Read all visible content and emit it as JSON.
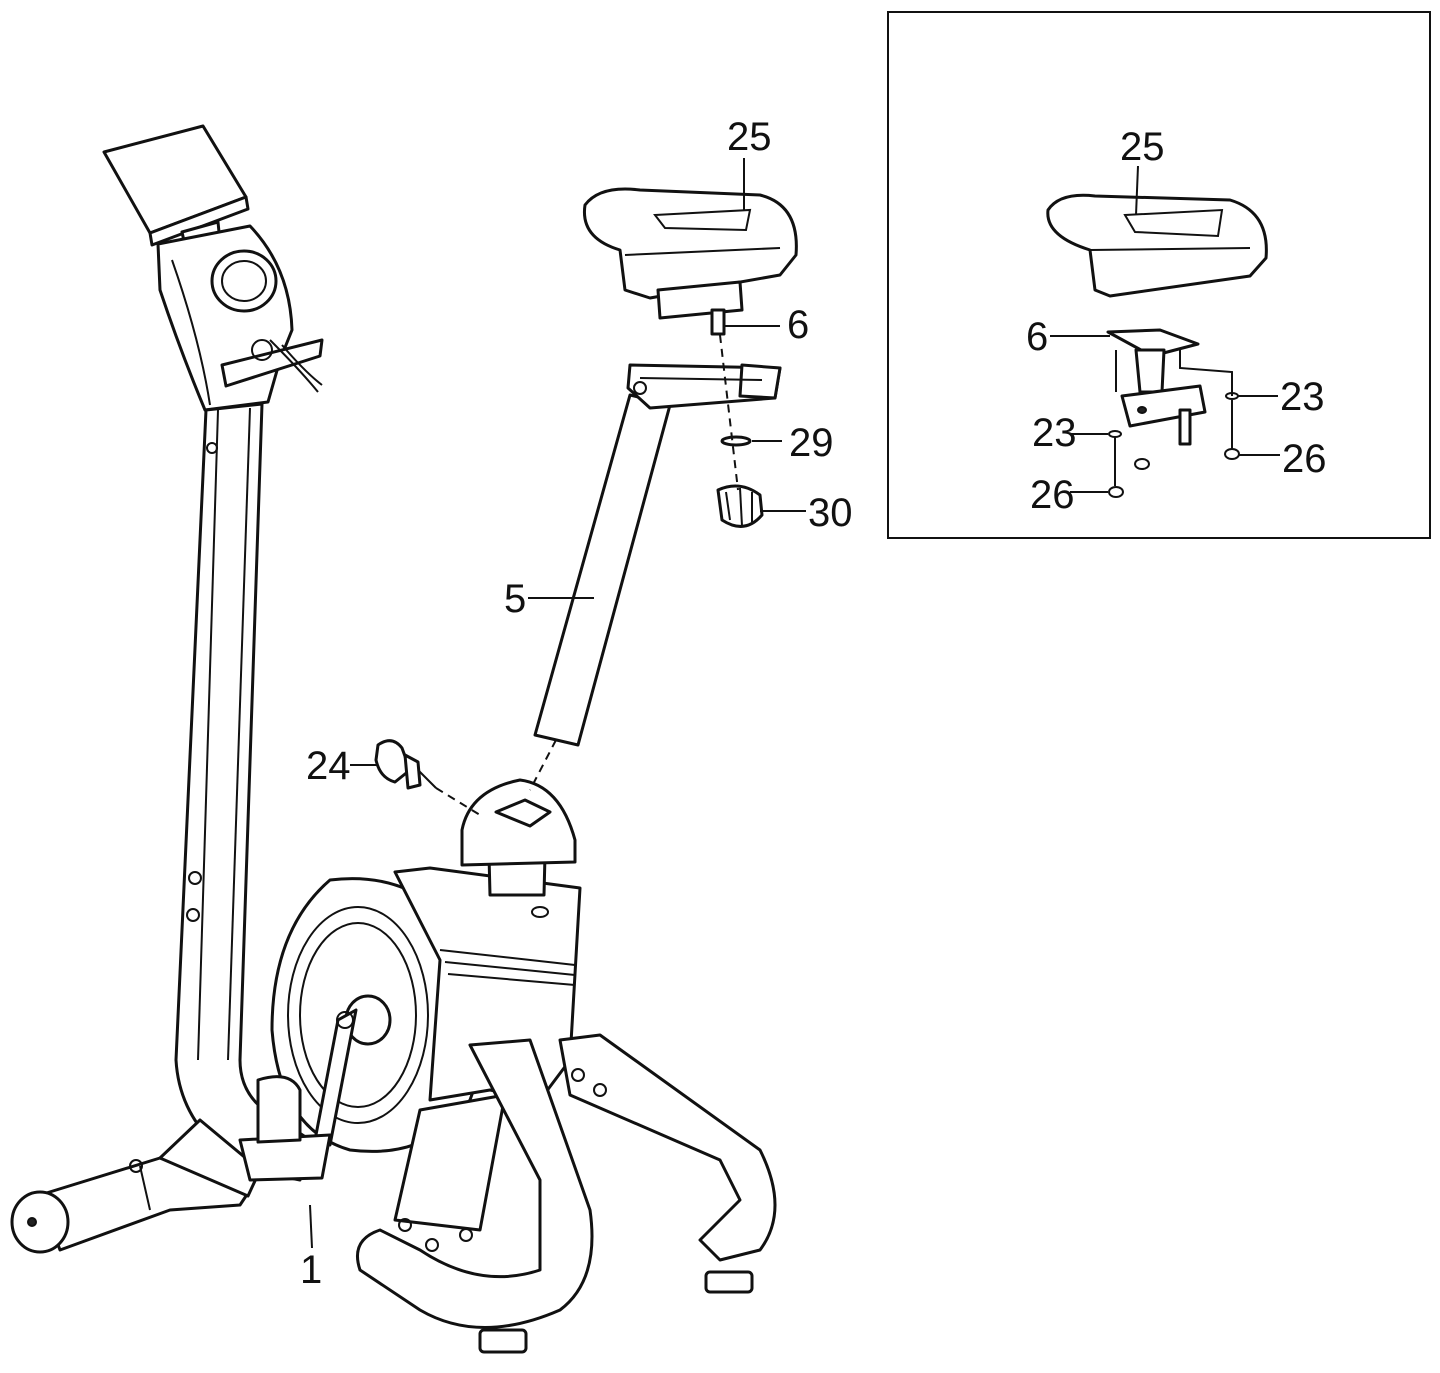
{
  "callouts": {
    "c25": "25",
    "c6": "6",
    "c29": "29",
    "c30": "30",
    "c5": "5",
    "c24": "24",
    "c1": "1",
    "d25": "25",
    "d6": "6",
    "d23a": "23",
    "d23b": "23",
    "d26a": "26",
    "d26b": "26"
  }
}
